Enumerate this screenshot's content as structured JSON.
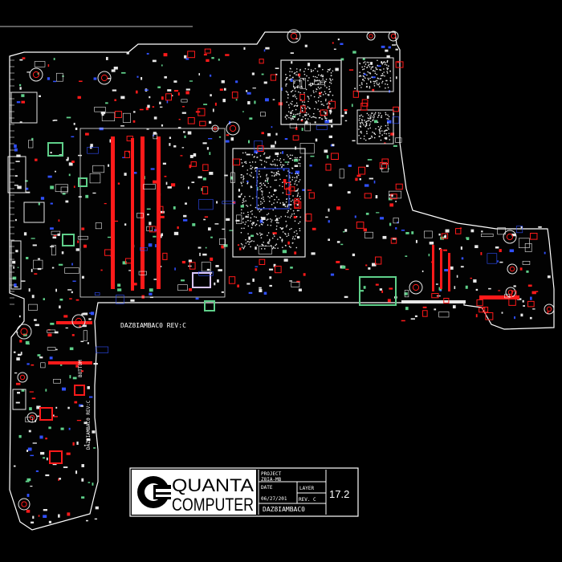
{
  "board": {
    "silkscreen_label": "DAZ8IAMBAC0  REV:C",
    "rotated_label_1": "DAZ8IAMBAC0 REV:C",
    "rotated_label_2": "BOTTOM"
  },
  "title_block": {
    "logo_line1": "QUANTA",
    "logo_line2": "COMPUTER",
    "project_heading": "PROJECT",
    "project_value": "Z8IA-MB",
    "date_heading": "DATE",
    "date_value": "06/27/201",
    "layer_heading": "LAYER",
    "rev_value": "REV. C",
    "part_number": "DAZ8IAMBAC0",
    "layer_number": "17.2"
  },
  "colors": {
    "background": "#000000",
    "board_outline": "#ffffff",
    "copper_red": "#ff1a1a",
    "component_white": "#e8e8e8",
    "component_blue": "#3050ff",
    "component_green": "#5fd08a",
    "title_block_bg": "#ffffff"
  }
}
